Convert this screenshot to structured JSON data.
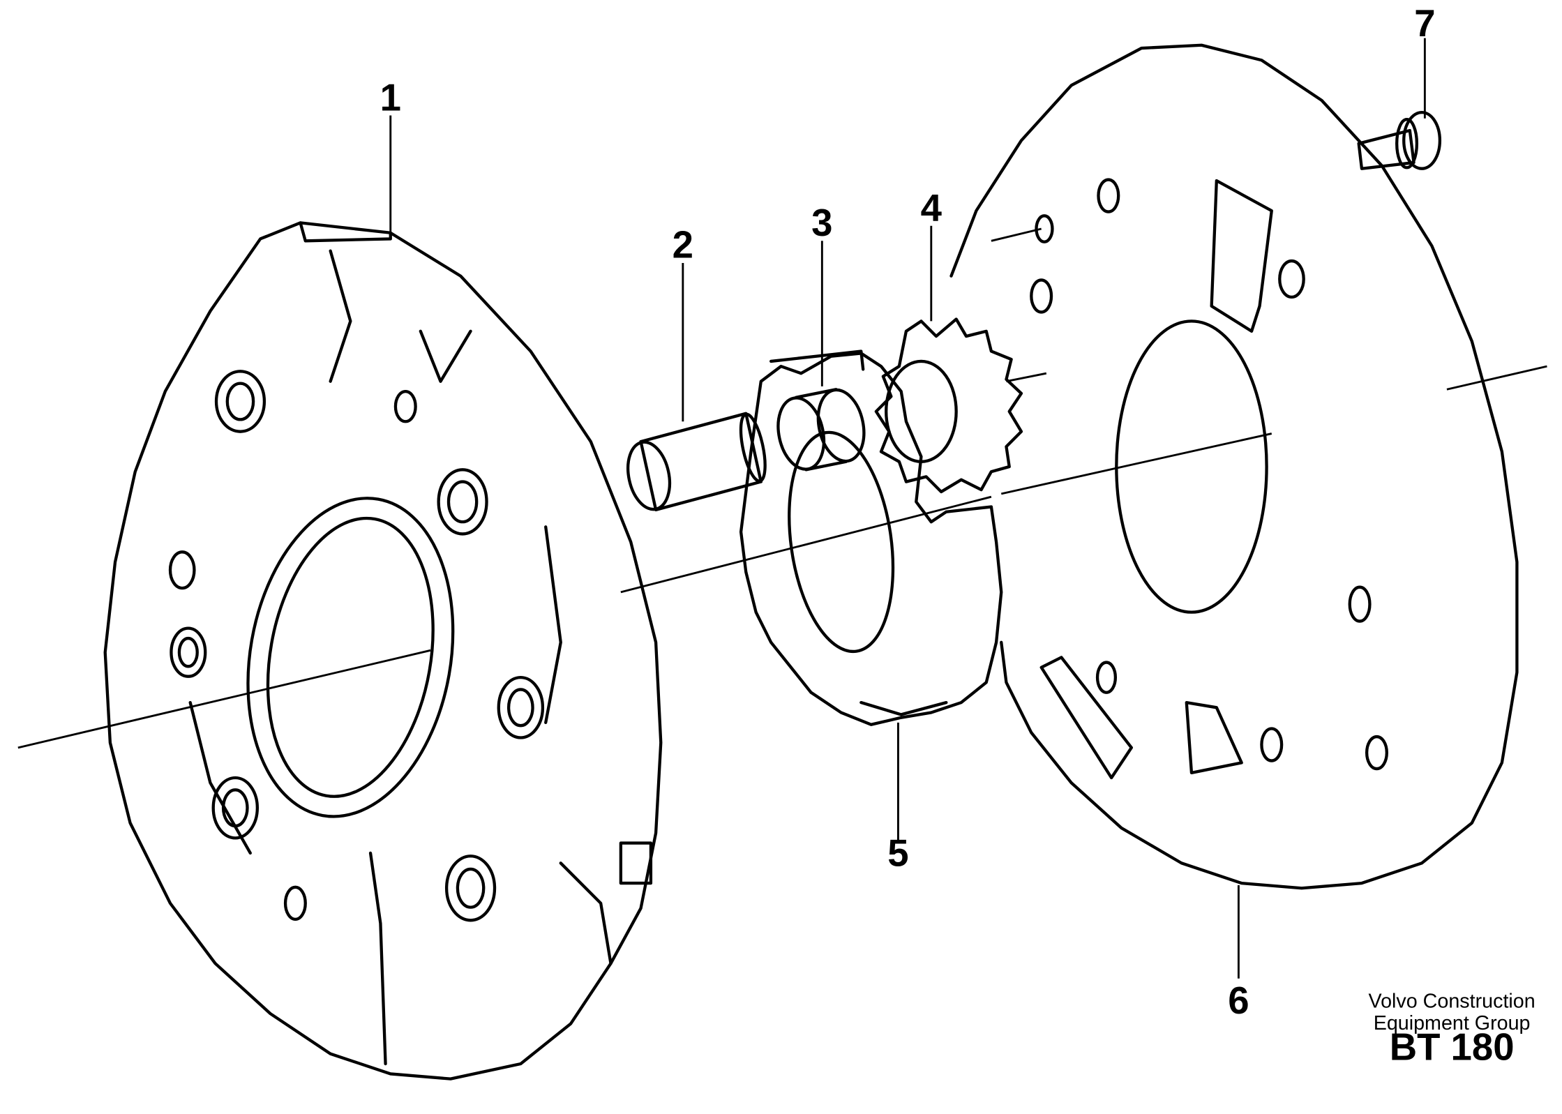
{
  "callouts": [
    {
      "id": "1",
      "label": "1"
    },
    {
      "id": "2",
      "label": "2"
    },
    {
      "id": "3",
      "label": "3"
    },
    {
      "id": "4",
      "label": "4"
    },
    {
      "id": "5",
      "label": "5"
    },
    {
      "id": "6",
      "label": "6"
    },
    {
      "id": "7",
      "label": "7"
    }
  ],
  "footer": {
    "company_line1": "Volvo Construction",
    "company_line2": "Equipment Group",
    "code": "BT 180"
  },
  "colors": {
    "ink": "#000000",
    "paper": "#ffffff"
  }
}
